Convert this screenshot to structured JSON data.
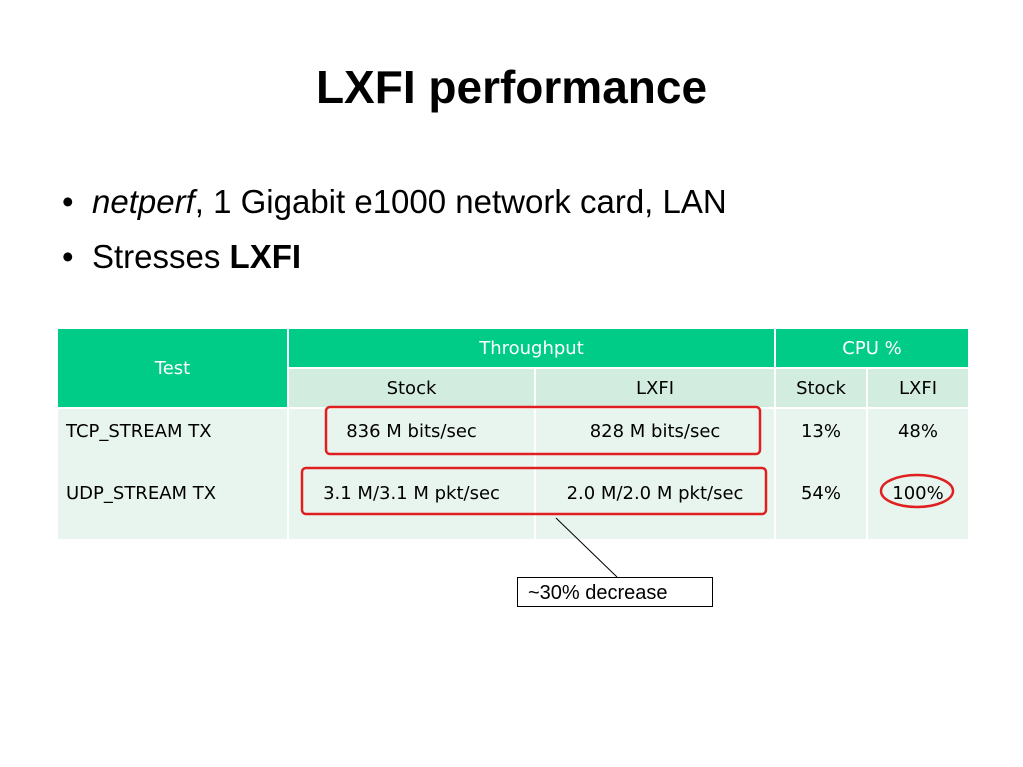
{
  "slide": {
    "title": "LXFI performance",
    "bullets": [
      {
        "dot": "•",
        "italic": "netperf",
        "text": ", 1 Gigabit e1000 network card, LAN"
      },
      {
        "dot": "•",
        "text": "Stresses ",
        "bold": "LXFI"
      }
    ]
  },
  "table": {
    "headers": {
      "test": "Test",
      "throughput": "Throughput",
      "cpu": "CPU %",
      "sub": [
        "Stock",
        "LXFI",
        "Stock",
        "LXFI"
      ]
    },
    "rows": [
      {
        "test": "TCP_STREAM TX",
        "thr_stock": "836 M bits/sec",
        "thr_lxfi": "828 M bits/sec",
        "cpu_stock": "13%",
        "cpu_lxfi": "48%"
      },
      {
        "test": "UDP_STREAM TX",
        "thr_stock": "3.1 M/3.1 M pkt/sec",
        "thr_lxfi": "2.0 M/2.0 M pkt/sec",
        "cpu_stock": "54%",
        "cpu_lxfi": "100%"
      }
    ]
  },
  "annotation": {
    "text": "~30% decrease",
    "highlight_color": "#e02020"
  },
  "colors": {
    "header": "#00cc88",
    "subheader": "#d2ece0",
    "body": "#e8f5ee"
  }
}
